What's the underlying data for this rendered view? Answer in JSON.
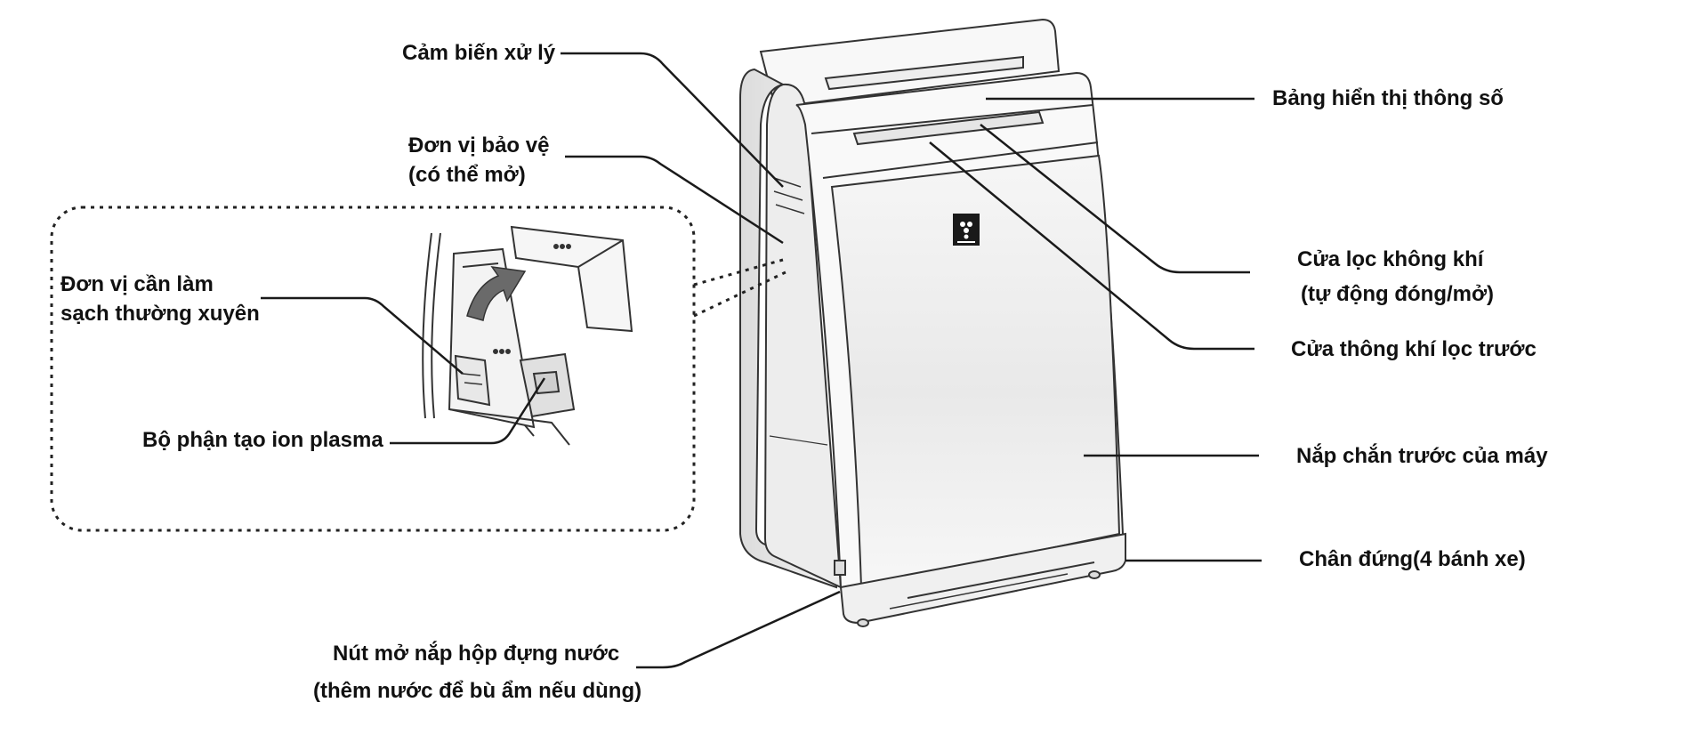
{
  "labels": {
    "sensor": "Cảm biến xử lý",
    "protect_1": "Đơn vị bảo vệ",
    "protect_2": "(có thể mở)",
    "clean_1": "Đơn vị cần làm",
    "clean_2": "sạch thường xuyên",
    "ion": "Bộ phận tạo ion plasma",
    "button_1": "Nút mở nắp hộp đựng nước",
    "button_2": "(thêm nước để  bù ẩm nếu dùng)",
    "display": "Bảng hiển thị thông số",
    "louver_1": "Cửa lọc không khí",
    "louver_2": "(tự động đóng/mở)",
    "prefilter": "Cửa thông khí lọc trước",
    "front_panel": "Nắp chắn trước của máy",
    "stand": "Chân đứng(4 bánh xe)"
  },
  "colors": {
    "line": "#1a1a1a",
    "body_fill": "#f4f4f4",
    "panel_fill": "#ececec",
    "outline": "#333333"
  },
  "icons": {
    "logo": "sharp-logo-icon",
    "arrow": "open-arrow-icon"
  }
}
